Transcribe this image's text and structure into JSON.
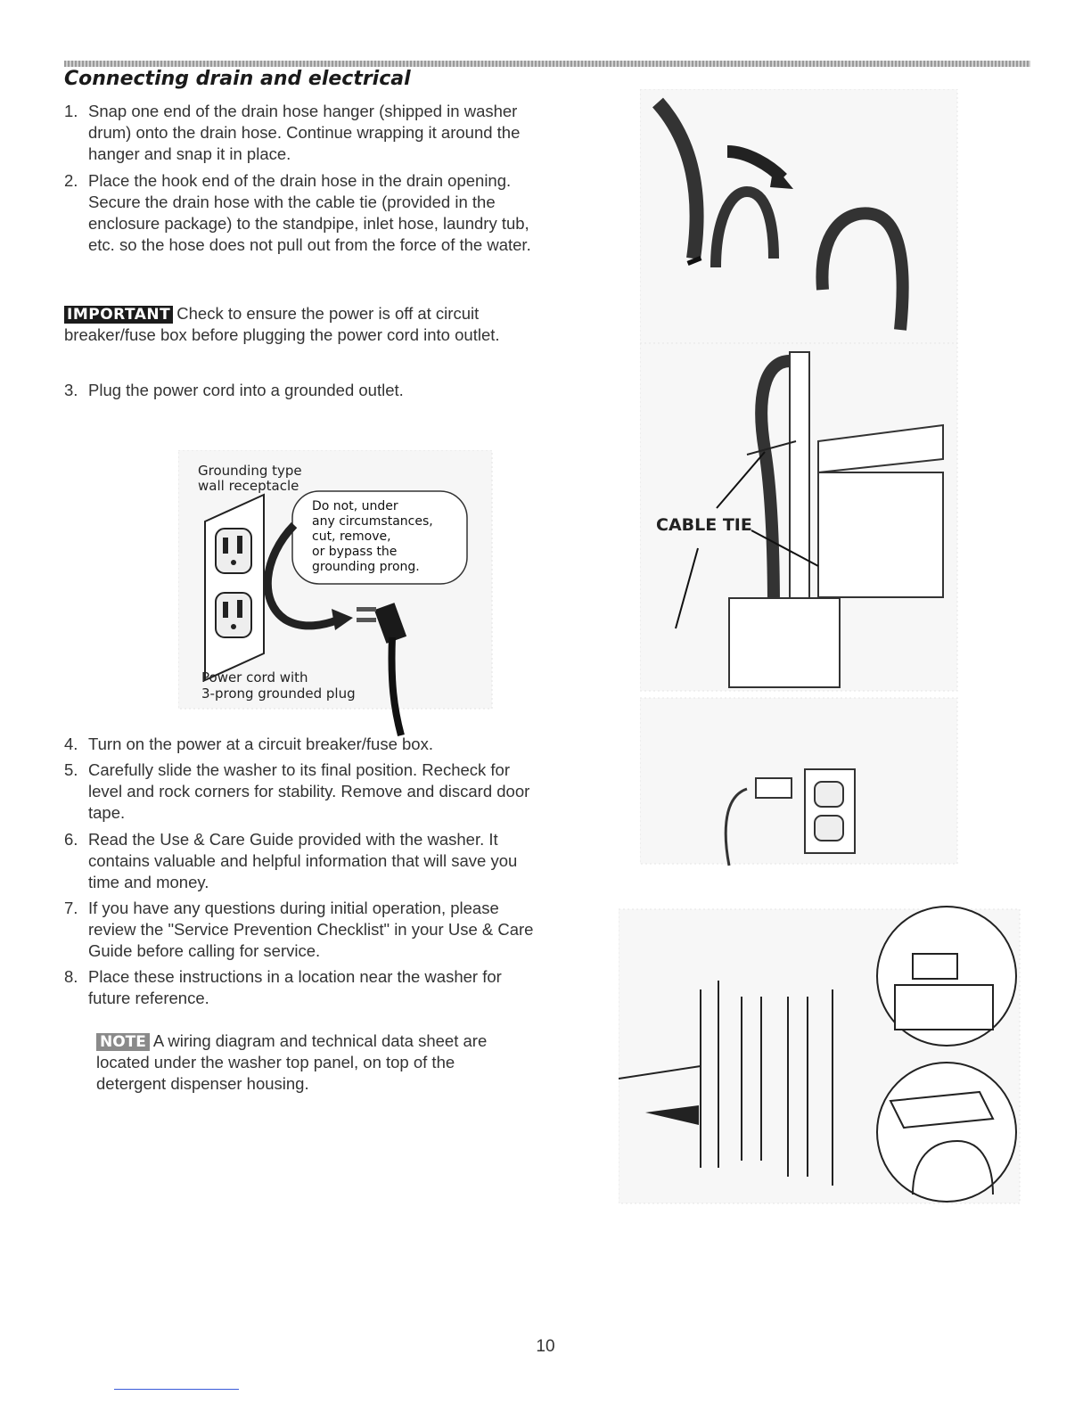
{
  "section_title": "Connecting drain and electrical",
  "steps_top": [
    {
      "num": "1.",
      "text": "Snap one end of the drain hose hanger (shipped in washer drum) onto the drain hose. Continue wrapping it around the hanger and snap it in place."
    },
    {
      "num": "2.",
      "text": "Place the hook end of the drain hose in the drain opening. Secure the drain hose with the cable tie (provided in the enclosure package) to the standpipe, inlet hose, laundry tub, etc. so the hose does not pull out from the force of the water."
    }
  ],
  "important": {
    "badge": "IMPORTANT",
    "text": "Check to ensure the power is off at  circuit breaker/fuse box before plugging the power cord into outlet."
  },
  "step3": {
    "num": "3.",
    "text": "Plug the power cord into a grounded outlet."
  },
  "outlet_figure": {
    "receptacle_label_1": "Grounding type",
    "receptacle_label_2": "wall receptacle",
    "warning_lines": [
      "Do not, under",
      "any circumstances,",
      "cut, remove,",
      "or bypass the",
      "grounding prong."
    ],
    "cord_label_1": "Power cord with",
    "cord_label_2": "3-prong grounded plug"
  },
  "steps_bottom": [
    {
      "num": "4.",
      "text": "Turn on the power at a circuit breaker/fuse box."
    },
    {
      "num": "5.",
      "text": "Carefully slide the washer to its final position.  Recheck for level and rock corners for stability. Remove and discard door tape."
    },
    {
      "num": "6.",
      "text": "Read the Use & Care Guide provided with the washer. It contains valuable and helpful information that will save you time and money."
    },
    {
      "num": "7.",
      "text": "If you have any questions during initial operation, please review the \"Service Prevention Checklist\" in your Use & Care Guide before calling for service."
    },
    {
      "num": "8.",
      "text": "Place these instructions in a location near the washer for future reference."
    }
  ],
  "note": {
    "badge": "NOTE",
    "text": "A wiring diagram and technical data sheet are located under the washer top panel, on top of the detergent dispenser housing."
  },
  "cable_tie_label": "CABLE TIE",
  "page_number": "10"
}
